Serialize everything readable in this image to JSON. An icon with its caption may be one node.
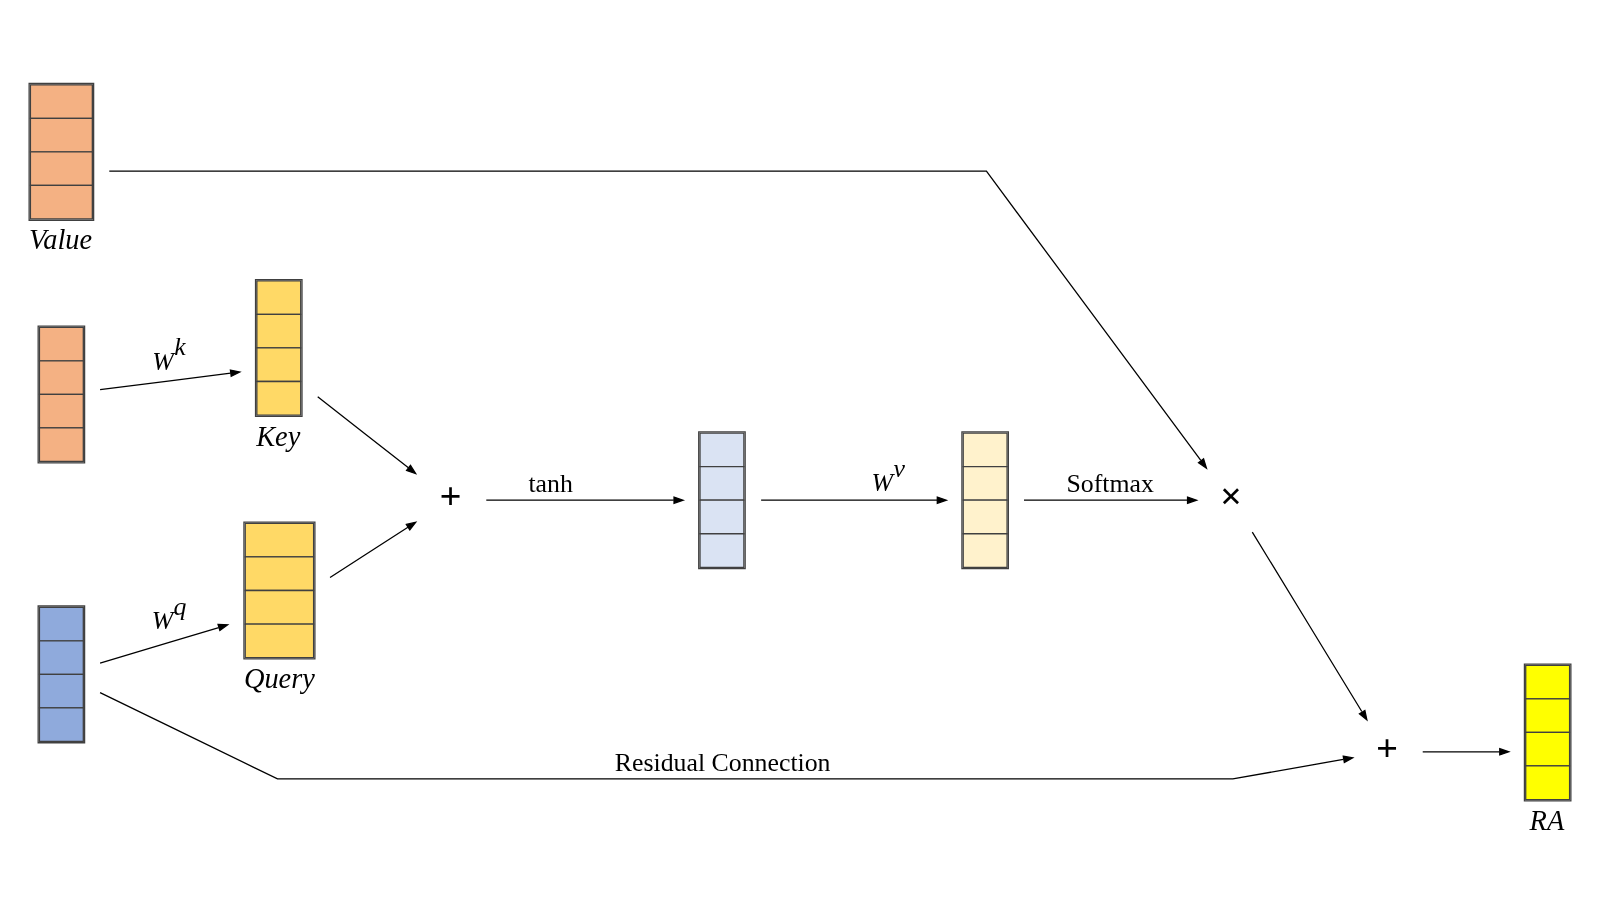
{
  "diagram": {
    "nodes": [
      {
        "text": [],
        "shape": "bar"
      },
      {
        "text": [],
        "shape": "bar",
        "beside": [
          "Key"
        ]
      },
      {
        "text": [],
        "shape": "bar"
      },
      {
        "text": [],
        "shape": "bar",
        "beside": [
          "Query"
        ]
      },
      {
        "text": [
          "+"
        ]
      },
      {
        "text": [],
        "shape": "bar"
      },
      {
        "text": [],
        "shape": "bar"
      },
      {
        "text": [
          "×"
        ]
      },
      {
        "text": [],
        "shape": "bar",
        "beside": [
          "Value"
        ]
      },
      {
        "text": [
          "+"
        ]
      },
      {
        "text": [],
        "shape": "bar",
        "beside": [
          "RA"
        ]
      }
    ],
    "edges": [
      {
        "from": 0,
        "to": 1,
        "arrow": "to",
        "label": "W$^{k}$"
      },
      {
        "from": 1,
        "to": 4,
        "arrow": "to"
      },
      {
        "from": 2,
        "to": 3,
        "arrow": "to",
        "label": "W$^{q}$"
      },
      {
        "from": 3,
        "to": 4,
        "arrow": "to"
      },
      {
        "from": 4,
        "to": 5,
        "arrow": "to",
        "label": "tanh"
      },
      {
        "from": 5,
        "to": 6,
        "arrow": "to",
        "label": "W$^{v}$"
      },
      {
        "from": 6,
        "to": 7,
        "arrow": "to",
        "label": "Softmax"
      },
      {
        "from": 8,
        "to": 7,
        "arrow": "to"
      },
      {
        "from": 7,
        "to": 9,
        "arrow": "to"
      },
      {
        "from": 9,
        "to": 10,
        "arrow": "to"
      },
      {
        "from": 2,
        "to": 9,
        "arrow": "to",
        "label": "Residual Connection"
      }
    ]
  }
}
